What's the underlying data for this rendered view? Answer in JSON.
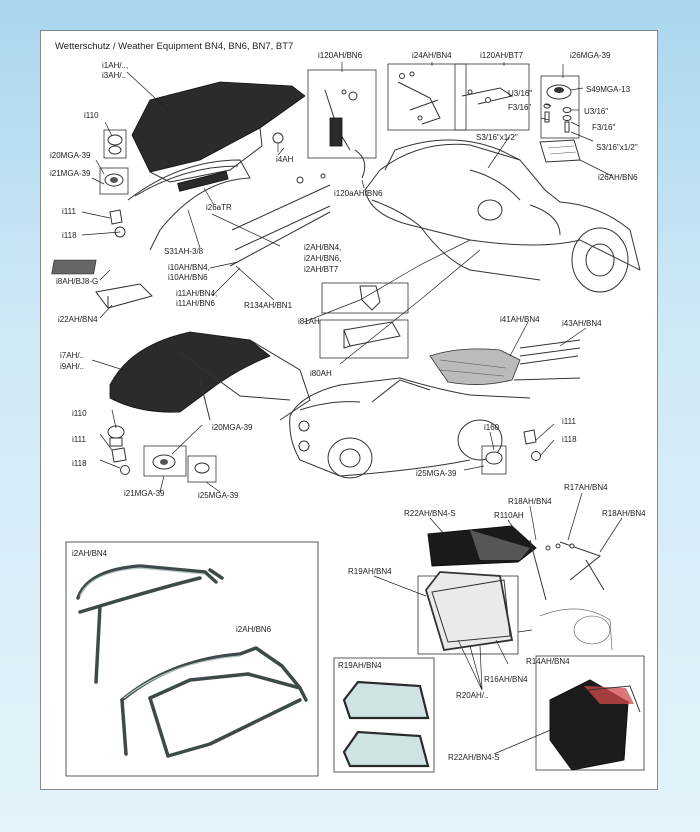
{
  "title": "Wetterschutz / Weather Equipment BN4, BN6, BN7, BT7",
  "parts": {
    "i1AH": "i1AH/..,",
    "i3AH": "i3AH/..",
    "i110_top": "i110",
    "i20MGA39_top": "i20MGA-39",
    "i21MGA39_top": "i21MGA-39",
    "i111_top": "i111",
    "i118_top": "i118",
    "i8AH": "i8AH/BJ8-G",
    "i22AH": "i22AH/BN4",
    "i4AH": "i4AH",
    "i26aTR": "i26aTR",
    "S31AH": "S31AH-3/8",
    "i10AH_1": "i10AH/BN4,",
    "i10AH_2": "i10AH/BN6",
    "i11AH_1": "i11AH/BN4,",
    "i11AH_2": "i11AH/BN6",
    "R134AH": "R134AH/BN1",
    "i2AH_1": "i2AH/BN4,",
    "i2AH_2": "i2AH/BN6,",
    "i2AH_3": "i2AH/BT7",
    "i120AH_BN6": "i120AH/BN6",
    "i24AH": "i24AH/BN4",
    "i120AH_BT7": "i120AH/BT7",
    "i26MGA39": "i26MGA-39",
    "S49MGA13": "S49MGA-13",
    "U3_16_a": "U3/16\"",
    "F3_16_a": "F3/16\"",
    "U3_16_b": "U3/16\"",
    "F3_16_b": "F3/16\"",
    "S3_16_a": "S3/16\"x1/2\"",
    "S3_16_b": "S3/16\"x1/2\"",
    "i26AH": "i26AH/BN6",
    "i120aAH": "i120aAH/BN6",
    "i81AH": "i81AH",
    "i80AH": "i80AH",
    "i41AH": "i41AH/BN4",
    "i43AH": "i43AH/BN4",
    "i7AH": "i7AH/..",
    "i9AH": "i9AH/..",
    "i110_bot": "i110",
    "i111_bot": "i111",
    "i118_bot": "i118",
    "i20MGA39_bot": "i20MGA-39",
    "i21MGA39_bot": "i21MGA-39",
    "i25MGA39_bot": "i25MGA-39",
    "i111_r": "i111",
    "i118_r": "i118",
    "i160": "i160",
    "i25MGA39_r": "i25MGA-39",
    "R22AH_S_top": "R22AH/BN4-S",
    "R110AH": "R110AH",
    "R18AH_a": "R18AH/BN4",
    "R17AH": "R17AH/BN4",
    "R18AH_b": "R18AH/BN4",
    "R19AH_main": "R19AH/BN4",
    "R14AH": "R14AH/BN4",
    "R16AH": "R16AH/BN4",
    "R20AH": "R20AH/..",
    "R19AH_inset": "R19AH/BN4",
    "R22AH_S_bot": "R22AH/BN4-S",
    "i2AH_frame": "i2AH/BN4",
    "i2AH_frame6": "i2AH/BN6"
  }
}
